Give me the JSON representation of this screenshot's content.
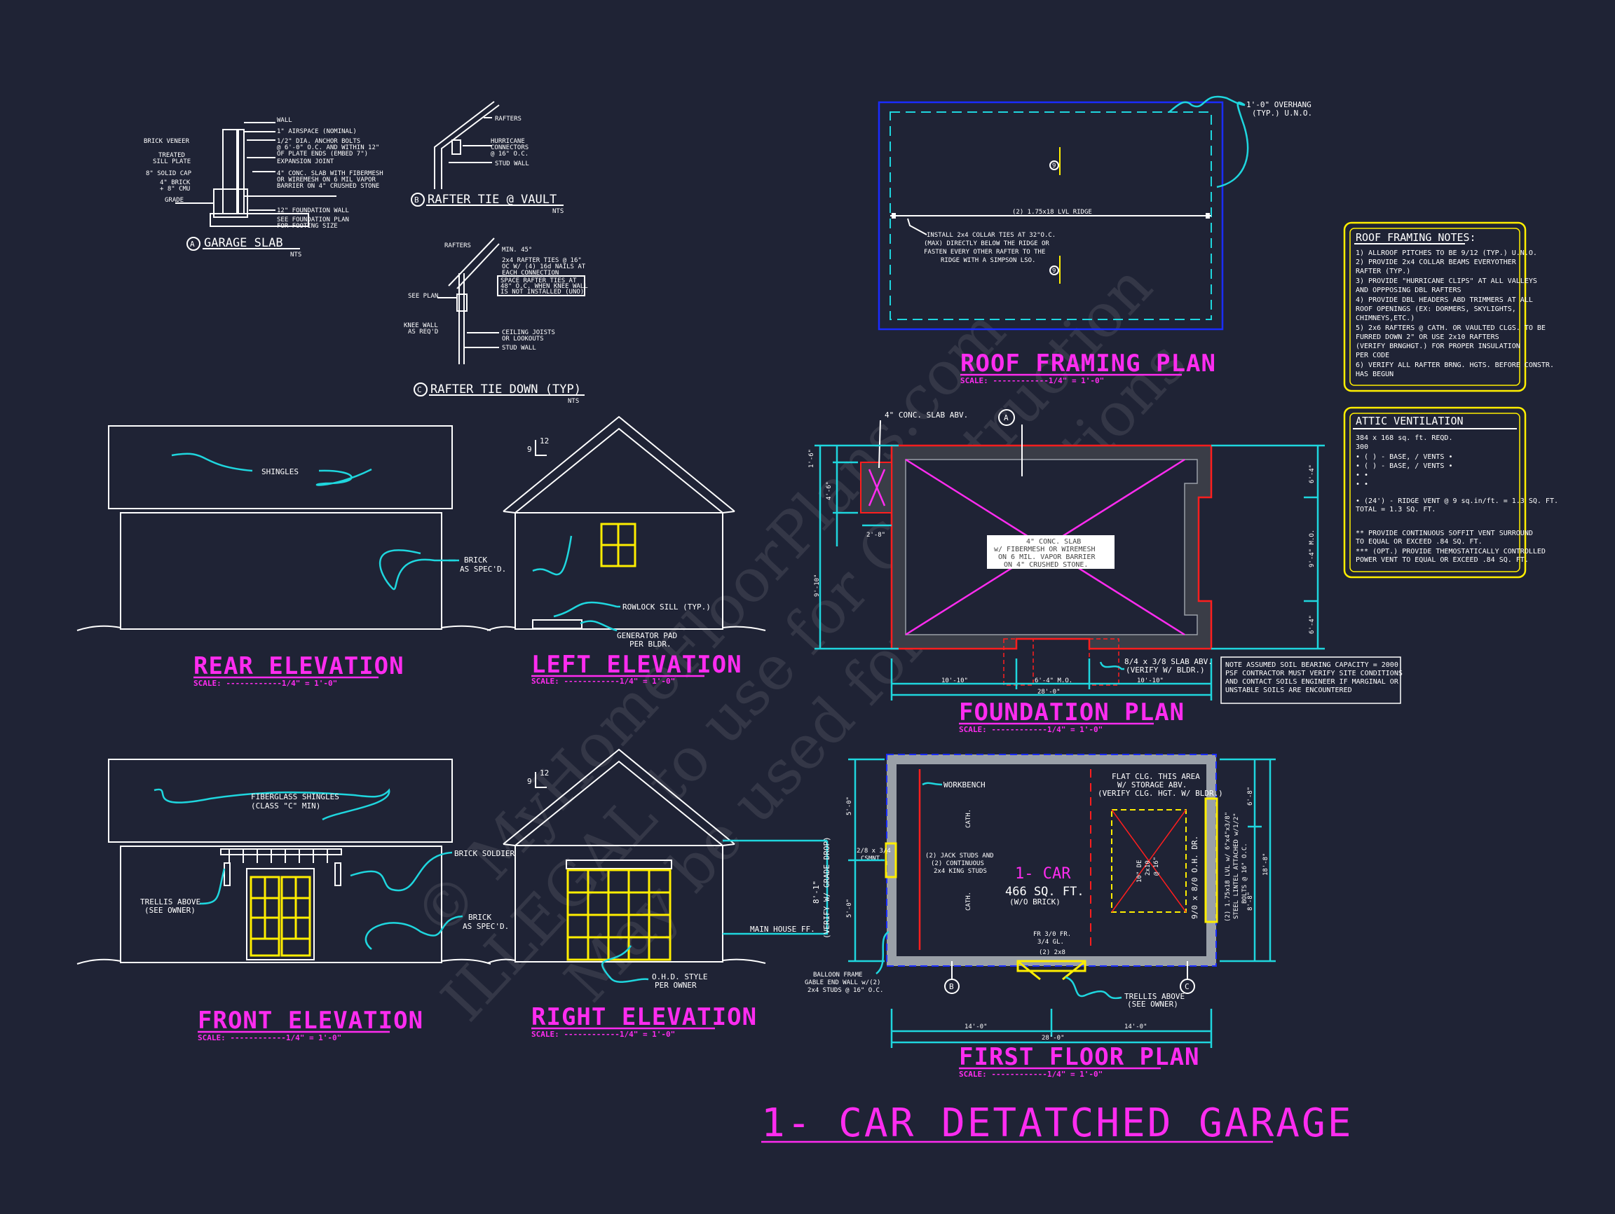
{
  "sheet_title": "1- CAR DETATCHED GARAGE",
  "watermark": {
    "line1": "© MyHomeFloorPlans.com",
    "line2": "ILLEGAL to use for Construction",
    "line3": "May be used for Estimations"
  },
  "scale_text": "SCALE: ------------1/4\" = 1'-0\"",
  "details": {
    "garage_slab": {
      "marker": "A",
      "title": "GARAGE SLAB",
      "nts": "NTS",
      "labels": [
        "WALL",
        "1\" AIRSPACE (NOMINAL)",
        "1/2\" DIA. ANCHOR BOLTS",
        "@ 6'-0\" O.C. AND WITHIN 12\"",
        "OF PLATE ENDS (EMBED 7\")",
        "EXPANSION JOINT",
        "4\" CONC. SLAB WITH FIBERMESH",
        "OR WIREMESH ON 6 MIL VAPOR",
        "BARRIER ON 4\" CRUSHED STONE",
        "12\" FOUNDATION WALL",
        "SEE FOUNDATION PLAN",
        "FOR FOOTING SIZE"
      ],
      "left_labels": [
        "BRICK VENEER",
        "TREATED",
        "SILL PLATE",
        "8\" SOLID CAP",
        "4\" BRICK",
        "+ 8\" CMU",
        "GRADE"
      ]
    },
    "rafter_tie_vault": {
      "marker": "B",
      "title": "RAFTER TIE @ VAULT",
      "nts": "NTS",
      "labels": [
        "RAFTERS",
        "HURRICANE",
        "CONNECTORS",
        "@ 16\" O.C.",
        "STUD WALL"
      ]
    },
    "rafter_tie_down": {
      "marker": "C",
      "title": "RAFTER TIE DOWN (TYP)",
      "nts": "NTS",
      "labels": [
        "RAFTERS",
        "MIN. 45°",
        "2x4 RAFTER TIES @ 16\"",
        "OC W/ (4) 16d NAILS AT",
        "EACH CONNECTION",
        "SPACE RAFTER TIES AT",
        "48\" O.C. WHEN KNEE WALL",
        "IS NOT INSTALLED (UNO)",
        "SEE PLAN",
        "KNEE WALL",
        "AS REQ'D",
        "CEILING JOISTS",
        "OR LOOKOUTS",
        "STUD WALL"
      ]
    }
  },
  "elevations": {
    "rear": {
      "title": "REAR ELEVATION",
      "labels": [
        "SHINGLES"
      ]
    },
    "left": {
      "title": "LEFT ELEVATION",
      "pitch": [
        "9",
        "12"
      ],
      "labels": [
        "BRICK",
        "AS SPEC'D.",
        "ROWLOCK SILL (TYP.)",
        "GENERATOR PAD",
        "PER BLDR."
      ]
    },
    "front": {
      "title": "FRONT ELEVATION",
      "labels": [
        "FIBERGLASS SHINGLES",
        "(CLASS \"C\" MIN)",
        "BRICK SOLDIER",
        "TRELLIS ABOVE",
        "(SEE OWNER)",
        "BRICK",
        "AS SPEC'D."
      ]
    },
    "right": {
      "title": "RIGHT ELEVATION",
      "pitch": [
        "9",
        "12"
      ],
      "labels": [
        "MAIN HOUSE FF.",
        "8'-1\"",
        "(VERIFY W/ GRADE DROP)",
        "O.H.D. STYLE",
        "PER OWNER"
      ]
    }
  },
  "roof_framing_plan": {
    "title": "ROOF FRAMING PLAN",
    "overhang": [
      "1'-0\" OVERHANG",
      "(TYP.) U.N.O."
    ],
    "ridge": "(2) 1.75x18 LVL RIDGE",
    "collar_note": [
      "INSTALL 2x4 COLLAR TIES AT 32\"O.C.",
      "(MAX) DIRECTLY BELOW THE RIDGE OR",
      "FASTEN EVERY OTHER RAFTER TO THE",
      "RIDGE WITH A SIMPSON LSO."
    ],
    "pitch_marks": [
      "9",
      "9"
    ]
  },
  "roof_notes": {
    "title": "ROOF FRAMING NOTES:",
    "items": [
      "1) ALLROOF PITCHES TO BE 9/12 (TYP.) U.N.O.",
      "2) PROVIDE 2x4 COLLAR BEAMS EVERYOTHER",
      "   RAFTER (TYP.)",
      "3) PROVIDE \"HURRICANE CLIPS\" AT ALL VALLEYS",
      "   AND OPPPOSING DBL RAFTERS",
      "4) PROVIDE DBL HEADERS ABD TRIMMERS AT ALL",
      "   ROOF OPENINGS (EX: DORMERS, SKYLIGHTS,",
      "   CHIMNEYS,ETC.)",
      "5) 2x6 RAFTERS @ CATH. OR VAULTED CLGS. TO BE",
      "   FURRED DOWN 2\" OR USE 2x10 RAFTERS",
      "   (VERIFY BRNGHGT.) FOR PROPER INSULATION",
      "   PER CODE",
      "6) VERIFY ALL RAFTER BRNG. HGTS. BEFORE CONSTR.",
      "   HAS BEGUN"
    ]
  },
  "attic_ventilation": {
    "title": "ATTIC VENTILATION",
    "items": [
      "384 x 168 sq. ft. REQD.",
      "300",
      "• (  ) -        BASE,   /   VENTS   •",
      "• (  ) -        BASE,   /   VENTS   •",
      "•                                   •",
      "•                                   •",
      "• (24') - RIDGE VENT @ 9 sq.in/ft. = 1.3 SQ. FT.",
      "                              TOTAL       = 1.3 SQ. FT.",
      "",
      "** PROVIDE CONTINUOUS SOFFIT VENT SURROUND",
      "   TO EQUAL OR EXCEED  .84 SQ. FT.",
      "*** (OPT.) PROVIDE THEMOSTATICALLY CONTROLLED",
      "   POWER VENT TO EQUAL OR EXCEED  .84 SQ. FT."
    ]
  },
  "foundation_plan": {
    "title": "FOUNDATION PLAN",
    "slab_note_top": "4\" CONC. SLAB ABV.",
    "grid": "A",
    "center_note": [
      "4\" CONC. SLAB",
      "w/ FIBERMESH OR WIREMESH",
      "ON 6 MIL. VAPOR BARRIER",
      "ON 4\" CRUSHED STONE."
    ],
    "left_dims": [
      "1'-6\"",
      "4'-6\"",
      "2'-8\"",
      "9'-10\""
    ],
    "right_dims": [
      "6'-4\"",
      "9'-4\" M.O.",
      "6'-4\""
    ],
    "bottom_dims": [
      "10'-10\"",
      "6'-4\" M.O.",
      "10'-10\"",
      "28'-0\""
    ],
    "slab_step": [
      "8/4 x 3/8 SLAB ABV.",
      "(VERIFY W/ BLDR.)"
    ],
    "soil_note": [
      "NOTE ASSUMED SOIL BEARING CAPACITY = 2000",
      "PSF CONTRACTOR MUST VERIFY SITE CONDITIONS",
      "AND CONTACT SOILS ENGINEER IF MARGINAL OR",
      "UNSTABLE SOILS ARE ENCOUNTERED"
    ]
  },
  "first_floor_plan": {
    "title": "FIRST FLOOR PLAN",
    "room": "1- CAR",
    "area": "466 SQ. FT.",
    "area_note": "(W/O BRICK)",
    "labels": [
      "WORKBENCH",
      "CATH.",
      "CATH.",
      "FLAT CLG. THIS AREA",
      "W/ STORAGE ABV.",
      "(VERIFY CLG. HGT. W/ BLDR.)",
      "(2) JACK STUDS AND",
      "(2) CONTINUOUS",
      "2x4 KING STUDS",
      "2/8 x 3/4",
      "CSMNT.",
      "9/0 x 8/0 O.H. DR.",
      "FR 3/0 FR.",
      "3/4 GL.",
      "(2) 2x8",
      "BALLOON FRAME",
      "GABLE END WALL w/(2)",
      "2x4 STUDS @ 16\" O.C.",
      "TRELLIS ABOVE",
      "(SEE OWNER)",
      "(2) 1.75x18 LVL w/ 6\"x4\"x3/8\"",
      "STEEL LINTEL ATTACHED w/1/2\"",
      "BOLTS @ 16\" O.C.",
      "10\" DE",
      "2x10",
      "@ 16\""
    ],
    "grids": [
      "B",
      "C"
    ],
    "bottom_dims": [
      "14'-0\"",
      "14'-0\"",
      "28'-0\""
    ],
    "left_dims": [
      "5'-0\"",
      "5'-0\""
    ],
    "right_dims": [
      "6'-8\"",
      "8'-8\"",
      "18'-8\""
    ]
  }
}
